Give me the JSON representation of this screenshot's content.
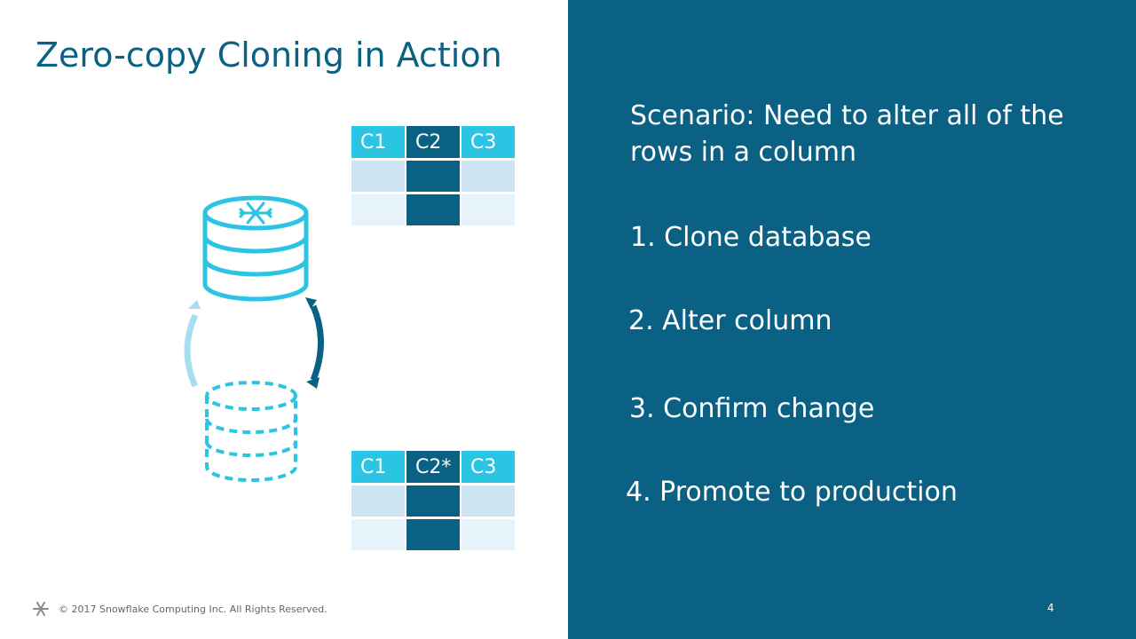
{
  "slide": {
    "title": "Zero-copy Cloning in Action",
    "page_number": "4"
  },
  "tables": {
    "top": {
      "headers": [
        "C1",
        "C2",
        "C3"
      ]
    },
    "bottom": {
      "headers": [
        "C1",
        "C2*",
        "C3"
      ]
    }
  },
  "content": {
    "scenario": "Scenario: Need to alter all of the rows in a column",
    "steps": [
      "1. Clone database",
      "2. Alter column",
      "3. Confirm change",
      "4. Promote to production"
    ]
  },
  "footer": {
    "copyright": "© 2017 Snowflake Computing Inc. All Rights Reserved."
  },
  "colors": {
    "dark_blue": "#0b6184",
    "accent_cyan": "#2bc4e3",
    "light_arrow": "#a9def0"
  },
  "icons": [
    "snowflake-icon",
    "database-icon",
    "clone-database-icon"
  ]
}
